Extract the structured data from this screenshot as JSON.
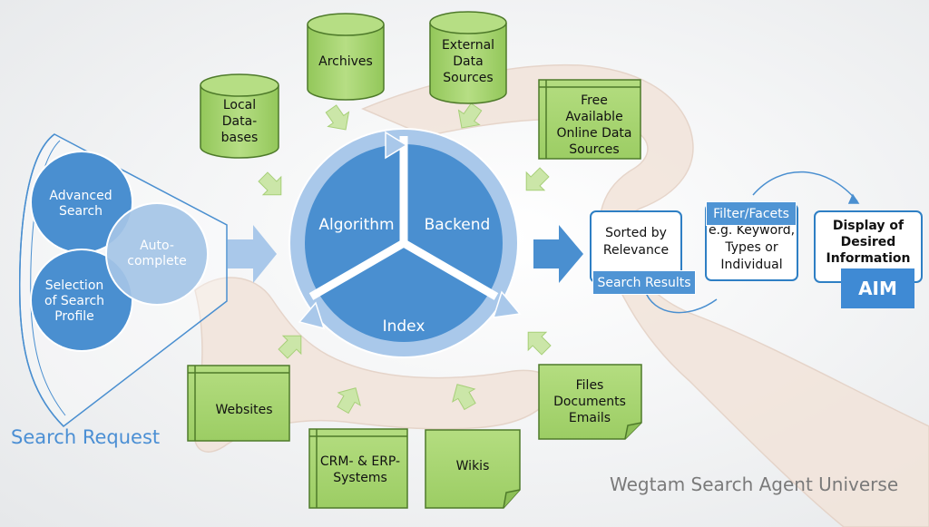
{
  "core": {
    "algorithm": "Algorithm",
    "backend": "Backend",
    "index": "Index"
  },
  "request": {
    "advanced": "Advanced Search",
    "selection": "Selection of Search Profile",
    "autocomplete": "Auto-complete",
    "caption": "Search Request"
  },
  "databases": {
    "local": "Local Data-bases",
    "archives": "Archives",
    "external": "External Data Sources"
  },
  "documents": {
    "free": "Free Available Online Data Sources",
    "websites": "Websites",
    "crm": "CRM- & ERP- Systems",
    "wikis": "Wikis",
    "files": "Files Documents Emails"
  },
  "results": {
    "sorted": "Sorted by Relevance",
    "search_results": "Search Results",
    "filter": "Filter/Facets",
    "keyword": "e.g. Keyword, Types or Individual",
    "display": "Display of Desired Information",
    "aim": "AIM"
  },
  "footer": {
    "title": "Wegtam Search Agent Universe"
  },
  "colors": {
    "blue_dark": "#4a8fd0",
    "blue_light": "#a9c8ea",
    "green": "#a8d471",
    "green_border": "#4e7a2a",
    "caption_blue": "#4b8fd4",
    "footer_gray": "#7a7a7a"
  }
}
